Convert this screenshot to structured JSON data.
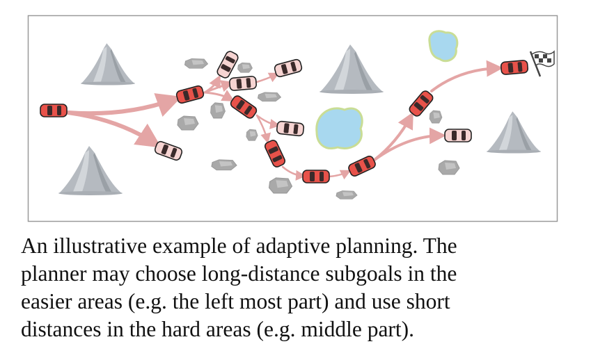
{
  "figure": {
    "caption_lines": [
      "An illustrative example of adaptive planning. The",
      "planner may choose long-distance subgoals in the",
      "easier areas (e.g. the left most part) and use short",
      "distances in the hard areas (e.g. middle part)."
    ],
    "colors": {
      "car_chosen": "#e8524a",
      "car_candidate": "#f6d4d2",
      "arrow": "#e4a5a5",
      "rock": "#a9a9a9",
      "mountain": "#b7bcc1",
      "lake": "#a8d8ef",
      "lake_border": "#c9dd95"
    }
  }
}
